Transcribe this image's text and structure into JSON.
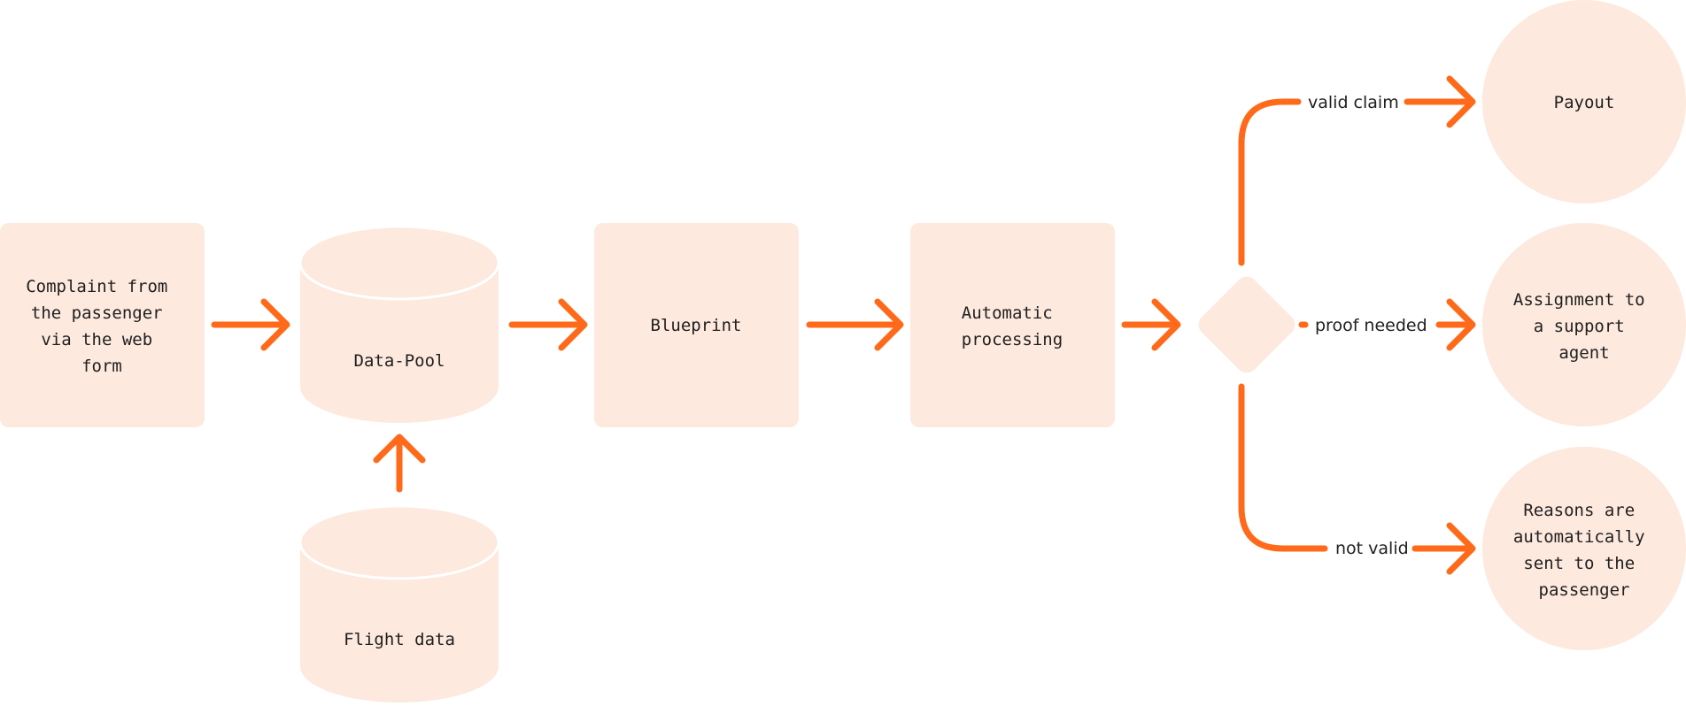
{
  "colors": {
    "node_fill": "#fde9de",
    "accent": "#ff6a1a",
    "text": "#1f1f1f",
    "background": "#ffffff"
  },
  "nodes": {
    "complaint": {
      "lines": [
        "Complaint from",
        "the passenger",
        "via the web",
        "form"
      ]
    },
    "data_pool": {
      "label": "Data-Pool"
    },
    "flight_data": {
      "label": "Flight data"
    },
    "blueprint": {
      "label": "Blueprint"
    },
    "automatic_processing": {
      "lines": [
        "Automatic",
        "processing"
      ]
    },
    "payout": {
      "label": "Payout"
    },
    "support_agent": {
      "lines": [
        "Assignment to",
        "a support",
        "agent"
      ]
    },
    "reasons_sent": {
      "lines": [
        "Reasons are",
        "automatically",
        "sent to the",
        "passenger"
      ]
    }
  },
  "edges": {
    "valid_claim": {
      "label": "valid claim"
    },
    "proof_needed": {
      "label": "proof needed"
    },
    "not_valid": {
      "label": "not valid"
    }
  }
}
